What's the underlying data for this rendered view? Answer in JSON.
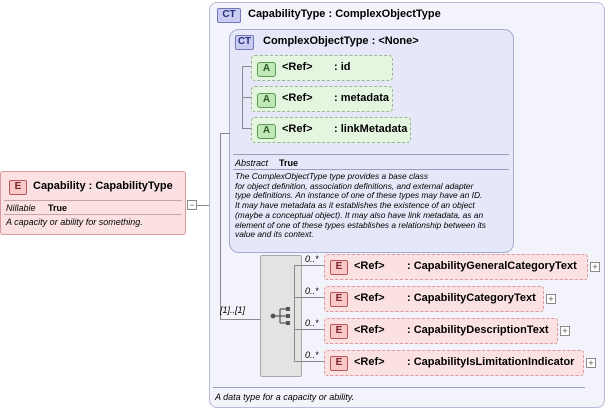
{
  "capability": {
    "badge": "E",
    "title": "Capability : CapabilityType",
    "nillable_label": "Nillable",
    "nillable_value": "True",
    "description": "A capacity or ability for something."
  },
  "capability_type": {
    "badge": "CT",
    "title": "CapabilityType : ComplexObjectType",
    "footer": "A data type for a capacity or ability."
  },
  "complex_object_type": {
    "badge": "CT",
    "title": "ComplexObjectType : <None>",
    "attributes": [
      {
        "badge": "A",
        "ref": "<Ref>",
        "name": ": id"
      },
      {
        "badge": "A",
        "ref": "<Ref>",
        "name": ": metadata"
      },
      {
        "badge": "A",
        "ref": "<Ref>",
        "name": ": linkMetadata"
      }
    ],
    "abstract_label": "Abstract",
    "abstract_value": "True",
    "description_lines": [
      "The ComplexObjectType type provides a base class",
      "for object definition, association definitions, and external adapter",
      "type definitions. An instance of one of these types may have an ID.",
      "It may have metadata as it establishes the existence of an object",
      "(maybe a conceptual object). It may also have link metadata, as an",
      "element of one of these types establishes a relationship between its",
      "value and its context."
    ]
  },
  "sequence": {
    "multiplicity": "[1]..[1]",
    "elements": [
      {
        "badge": "E",
        "ref": "<Ref>",
        "name": ": CapabilityGeneralCategoryText",
        "multiplicity": "0..*"
      },
      {
        "badge": "E",
        "ref": "<Ref>",
        "name": ": CapabilityCategoryText",
        "multiplicity": "0..*"
      },
      {
        "badge": "E",
        "ref": "<Ref>",
        "name": ": CapabilityDescriptionText",
        "multiplicity": "0..*"
      },
      {
        "badge": "E",
        "ref": "<Ref>",
        "name": ": CapabilityIsLimitationIndicator",
        "multiplicity": "0..*"
      }
    ]
  },
  "colors": {
    "element_fill": "#fbe1e1",
    "element_border": "#d89a9a",
    "attribute_fill": "#e4f6e0",
    "complex_type_fill": "#e6e7f8",
    "panel_fill": "#f3f3fb"
  }
}
